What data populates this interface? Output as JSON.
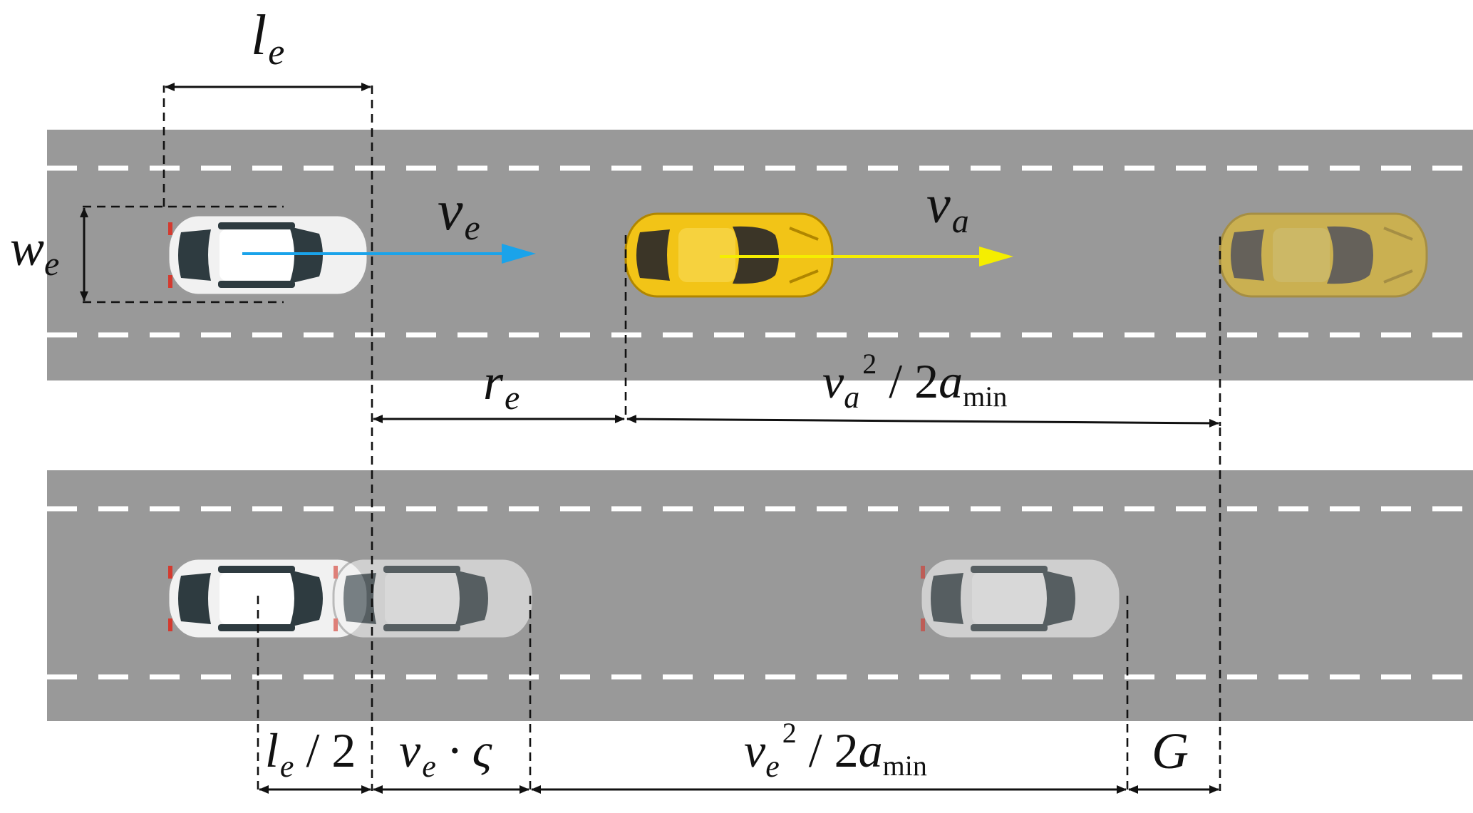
{
  "diagram": {
    "labels": {
      "length_top": {
        "main": "l",
        "sub": "e"
      },
      "width_left": {
        "main": "w",
        "sub": "e"
      },
      "ego_velocity": {
        "main": "v",
        "sub": "e"
      },
      "other_velocity": {
        "main": "v",
        "sub": "a"
      },
      "gap_r": {
        "main": "r",
        "sub": "e"
      },
      "other_braking": {
        "main": "v",
        "sub": "a",
        "sup": "2",
        "rest": " / 2",
        "a": "a",
        "a_sub": "min"
      },
      "half_length": {
        "main": "l",
        "sub": "e",
        "rest": " / 2"
      },
      "reaction": {
        "main": "v",
        "sub": "e",
        "rest": " · ς"
      },
      "ego_braking": {
        "main": "v",
        "sub": "e",
        "sup": "2",
        "rest": " / 2",
        "a": "a",
        "a_sub": "min"
      },
      "margin_g": {
        "main": "G"
      }
    },
    "colors": {
      "road": "#999999",
      "lane_marking": "#ffffff",
      "ego_velocity_arrow": "#1aa3ea",
      "other_velocity_arrow": "#f5ee00",
      "ego_car": "#f1f1f1",
      "other_car": "#f2c417"
    }
  }
}
